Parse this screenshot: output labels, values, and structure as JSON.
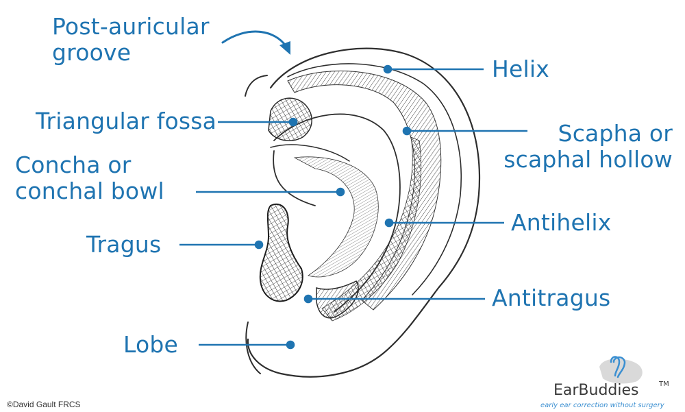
{
  "labels": {
    "post_auricular_groove": [
      "Post-auricular",
      "groove"
    ],
    "helix": "Helix",
    "triangular_fossa": "Triangular fossa",
    "scapha": [
      "Scapha or",
      "scaphal hollow"
    ],
    "concha": [
      "Concha or",
      "conchal bowl"
    ],
    "antihelix": "Antihelix",
    "tragus": "Tragus",
    "antitragus": "Antitragus",
    "lobe": "Lobe"
  },
  "credit": "©David Gault FRCS",
  "brand": {
    "name": "EarBuddies",
    "trademark": "TM",
    "tagline": "early ear correction without surgery"
  },
  "colors": {
    "label": "#1f74b1",
    "sketch": "#3a3a3a",
    "brand_accent": "#3b8fd1"
  }
}
